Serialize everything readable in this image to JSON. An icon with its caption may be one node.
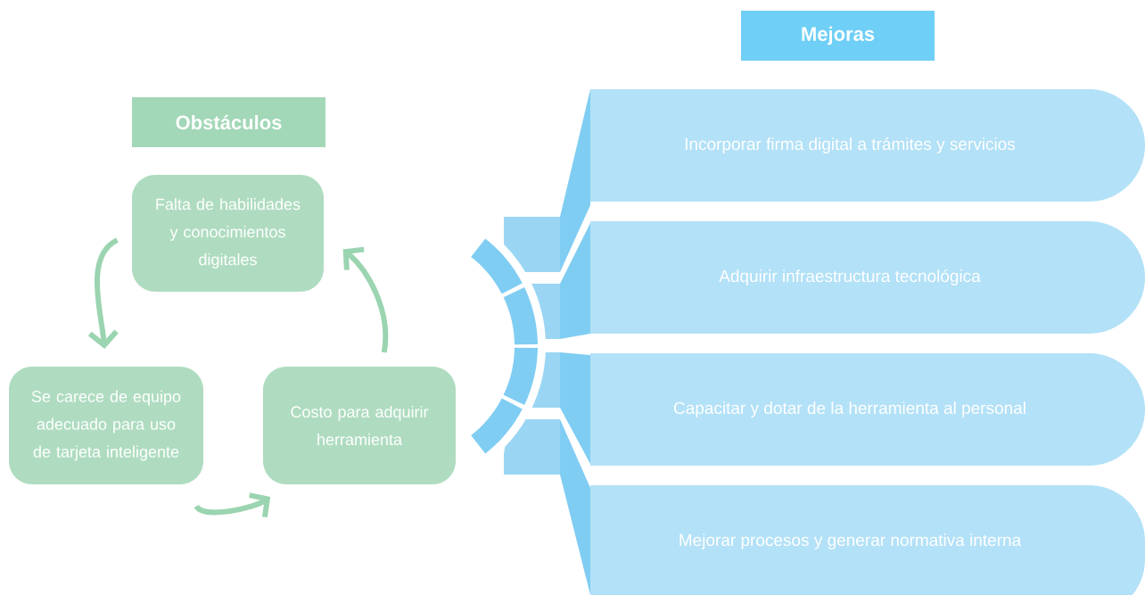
{
  "diagram": {
    "nodes": [
      {
        "text": [
          "Obstáculos"
        ]
      },
      {
        "text": [
          "Falta de habilidades y conocimientos digitales"
        ]
      },
      {
        "text": [
          "Se carece de equipo adecuado para uso de tarjeta inteligente"
        ]
      },
      {
        "text": [
          "Costo para adquirir herramienta"
        ]
      },
      {
        "text": [
          "Mejoras"
        ]
      },
      {
        "text": [
          "Incorporar firma digital a trámites y servicios"
        ]
      },
      {
        "text": [
          "Adquirir infraestructura tecnológica"
        ]
      },
      {
        "text": [
          "Capacitar y dotar de la herramienta al personal"
        ]
      },
      {
        "text": [
          "Mejorar procesos y generar normativa interna"
        ]
      }
    ],
    "edges": [
      {
        "from": 1,
        "to": 2,
        "arrow": "to"
      },
      {
        "from": 2,
        "to": 3,
        "arrow": "to"
      },
      {
        "from": 3,
        "to": 1,
        "arrow": "to"
      }
    ]
  }
}
